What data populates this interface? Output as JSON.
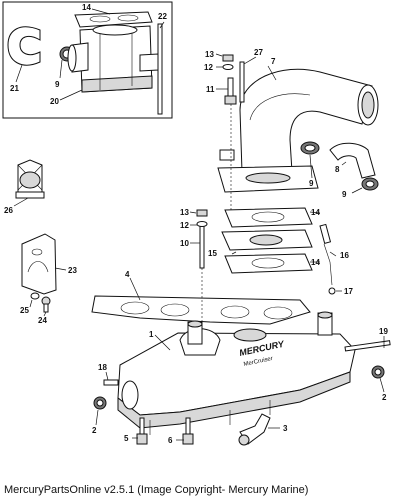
{
  "footer": {
    "text": "MercuryPartsOnline v2.5.1 (Image Copyright- Mercury Marine)"
  },
  "callouts": {
    "c1": "1",
    "c2a": "2",
    "c2b": "2",
    "c3": "3",
    "c4": "4",
    "c5": "5",
    "c6": "6",
    "c7": "7",
    "c8": "8",
    "c9a": "9",
    "c9b": "9",
    "c9c": "9",
    "c10": "10",
    "c11": "11",
    "c12a": "12",
    "c12b": "12",
    "c13a": "13",
    "c13b": "13",
    "c14a": "14",
    "c14b": "14",
    "c14c": "14",
    "c15": "15",
    "c16": "16",
    "c17": "17",
    "c18": "18",
    "c19": "19",
    "c20": "20",
    "c21": "21",
    "c22": "22",
    "c23": "23",
    "c24": "24",
    "c25": "25",
    "c26": "26",
    "c27": "27"
  },
  "logo": {
    "brand": "MERCURY",
    "sub": "MerCruiser"
  }
}
